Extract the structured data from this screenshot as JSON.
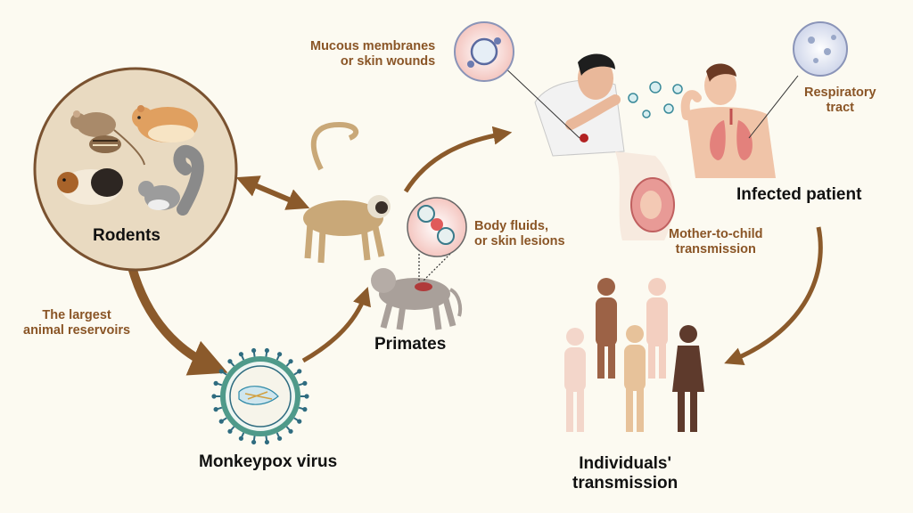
{
  "colors": {
    "background": "#fcfaf1",
    "arrow": "#8b5a2b",
    "label_accent": "#8a5526",
    "label_main": "#111111",
    "rodent_circle_fill": "#e9dac1",
    "rodent_circle_stroke": "#7a5230",
    "virus_spike": "#2f6c80",
    "virus_shell": "#4f9a8a",
    "skin_light": "#f3cfc0",
    "skin_tan": "#e7c29a",
    "skin_brown": "#9c6246",
    "skin_dark": "#5e3a2c"
  },
  "labels": {
    "rodents": "Rodents",
    "reservoirs": [
      "The largest",
      "animal reservoirs"
    ],
    "virus": "Monkeypox virus",
    "primates": "Primates",
    "body_fluids": [
      "Body fluids,",
      "or skin lesions"
    ],
    "mucous": [
      "Mucous membranes",
      "or skin wounds"
    ],
    "respiratory": [
      "Respiratory",
      "tract"
    ],
    "infected_patient": "Infected patient",
    "mother_child": [
      "Mother-to-child",
      "transmission"
    ],
    "individuals": [
      "Individuals'",
      "transmission"
    ]
  },
  "icons": [
    "rodent-circle",
    "mouse-icon",
    "chipmunk-icon",
    "hamster-icon",
    "guinea-pig-icon",
    "squirrel-icon",
    "monkey-icon",
    "baboon-icon",
    "lesion-zoom-icon",
    "monkeypox-virus-icon",
    "coughing-man-icon",
    "sick-man-icon",
    "lungs-icon",
    "mucous-zoom-icon",
    "respiratory-zoom-icon",
    "pregnant-womb-icon",
    "human-group-icon"
  ]
}
